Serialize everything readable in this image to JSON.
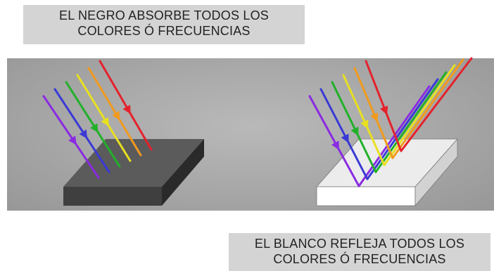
{
  "captions": {
    "top": {
      "line1": "EL NEGRO ABSORBE TODOS LOS",
      "line2": "COLORES Ó FRECUENCIAS"
    },
    "bottom": {
      "line1": "EL BLANCO REFLEJA TODOS LOS",
      "line2": "COLORES Ó FRECUENCIAS"
    }
  },
  "rays": [
    {
      "color_name": "violet",
      "color": "#8a2be2"
    },
    {
      "color_name": "blue",
      "color": "#3a3ad6"
    },
    {
      "color_name": "green",
      "color": "#22b02a"
    },
    {
      "color_name": "yellow",
      "color": "#e8e020"
    },
    {
      "color_name": "orange",
      "color": "#f09a1e"
    },
    {
      "color_name": "red",
      "color": "#e4222c"
    }
  ],
  "surfaces": {
    "black": {
      "top": "#5b5b5b",
      "front": "#3f3f3f",
      "side": "#2a2a2a"
    },
    "white": {
      "top": "#ececec",
      "front": "#ffffff",
      "side": "#d2d2d2"
    }
  }
}
